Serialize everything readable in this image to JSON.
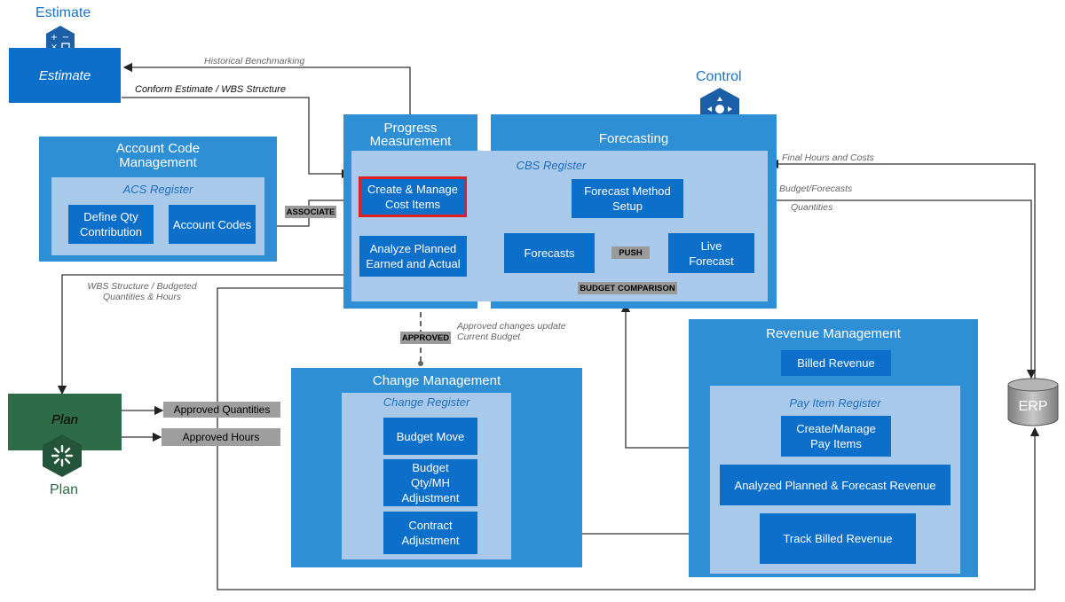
{
  "estimate": {
    "title": "Estimate",
    "box_label": "Estimate",
    "icon": "calculator-icon"
  },
  "control": {
    "title": "Control",
    "icon": "control-compass-icon"
  },
  "plan": {
    "title": "Plan",
    "box_label": "Plan",
    "icon": "sparkle-icon"
  },
  "erp": {
    "label": "ERP",
    "icon": "database-icon"
  },
  "account_code": {
    "title": "Account Code Management",
    "register": "ACS Register",
    "items": [
      "Define Qty Contribution",
      "Account Codes"
    ]
  },
  "progress": {
    "title": "Progress Measurement"
  },
  "forecasting": {
    "title": "Forecasting",
    "register": "CBS Register"
  },
  "cbs_boxes": {
    "create_manage": "Create & Manage Cost Items",
    "analyze": "Analyze Planned Earned and Actual",
    "forecast_method": "Forecast Method Setup",
    "forecasts": "Forecasts",
    "live_forecast": "Live Forecast"
  },
  "tags": {
    "associate": "ASSOCIATE",
    "push": "PUSH",
    "budget_comparison": "BUDGET COMPARISON",
    "approved": "APPROVED",
    "approved_quantities": "Approved Quantities",
    "approved_hours": "Approved Hours"
  },
  "change_mgmt": {
    "title": "Change Management",
    "register": "Change Register",
    "items": [
      "Budget Move",
      "Budget Qty/MH Adjustment",
      "Contract Adjustment"
    ]
  },
  "revenue": {
    "title": "Revenue Management",
    "billed": "Billed Revenue",
    "register": "Pay Item Register",
    "items": [
      "Create/Manage Pay Items",
      "Analyzed Planned & Forecast Revenue",
      "Track Billed Revenue"
    ]
  },
  "flow_labels": {
    "historical": "Historical Benchmarking",
    "conform": "Conform Estimate / WBS Structure",
    "final_hours": "Final Hours and Costs",
    "budget_forecasts": "Budget/Forecasts",
    "quantities": "Quantities",
    "wbs_structure": "WBS Structure / Budgeted Quantities & Hours",
    "approved_changes": "Approved changes update Current Budget"
  }
}
